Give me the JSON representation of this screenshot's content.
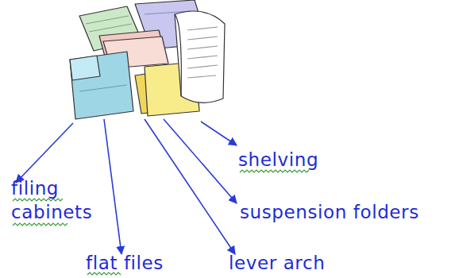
{
  "diagram": {
    "labels": [
      "shelving",
      "filing cabinets",
      "suspension folders",
      "flat files",
      "lever arch"
    ]
  }
}
